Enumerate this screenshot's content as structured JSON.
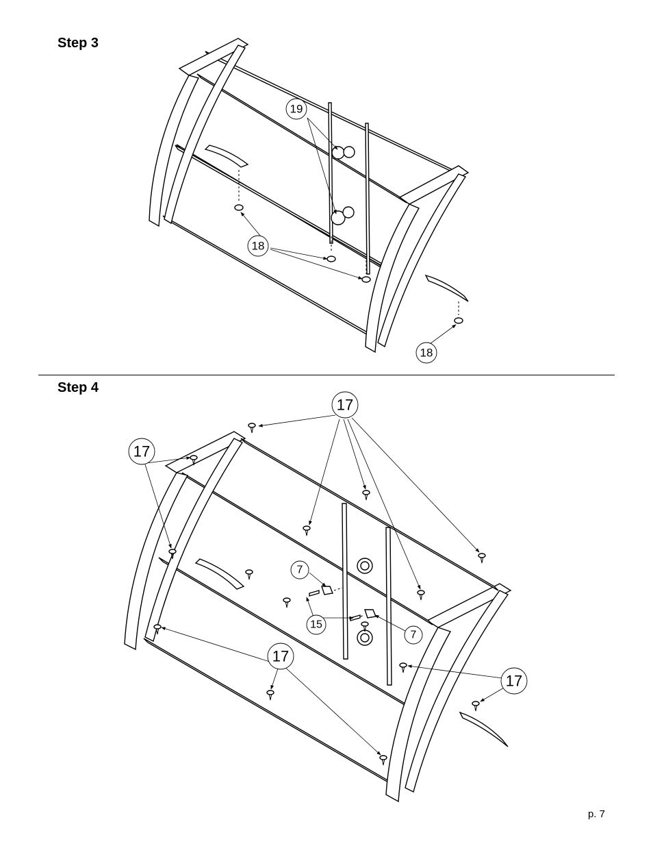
{
  "step3": {
    "title": "Step 3",
    "callouts": [
      "19",
      "18",
      "18"
    ]
  },
  "step4": {
    "title": "Step 4",
    "callouts": [
      "17",
      "17",
      "7",
      "15",
      "7",
      "17",
      "17"
    ]
  },
  "footer": {
    "page": "p. 7"
  }
}
